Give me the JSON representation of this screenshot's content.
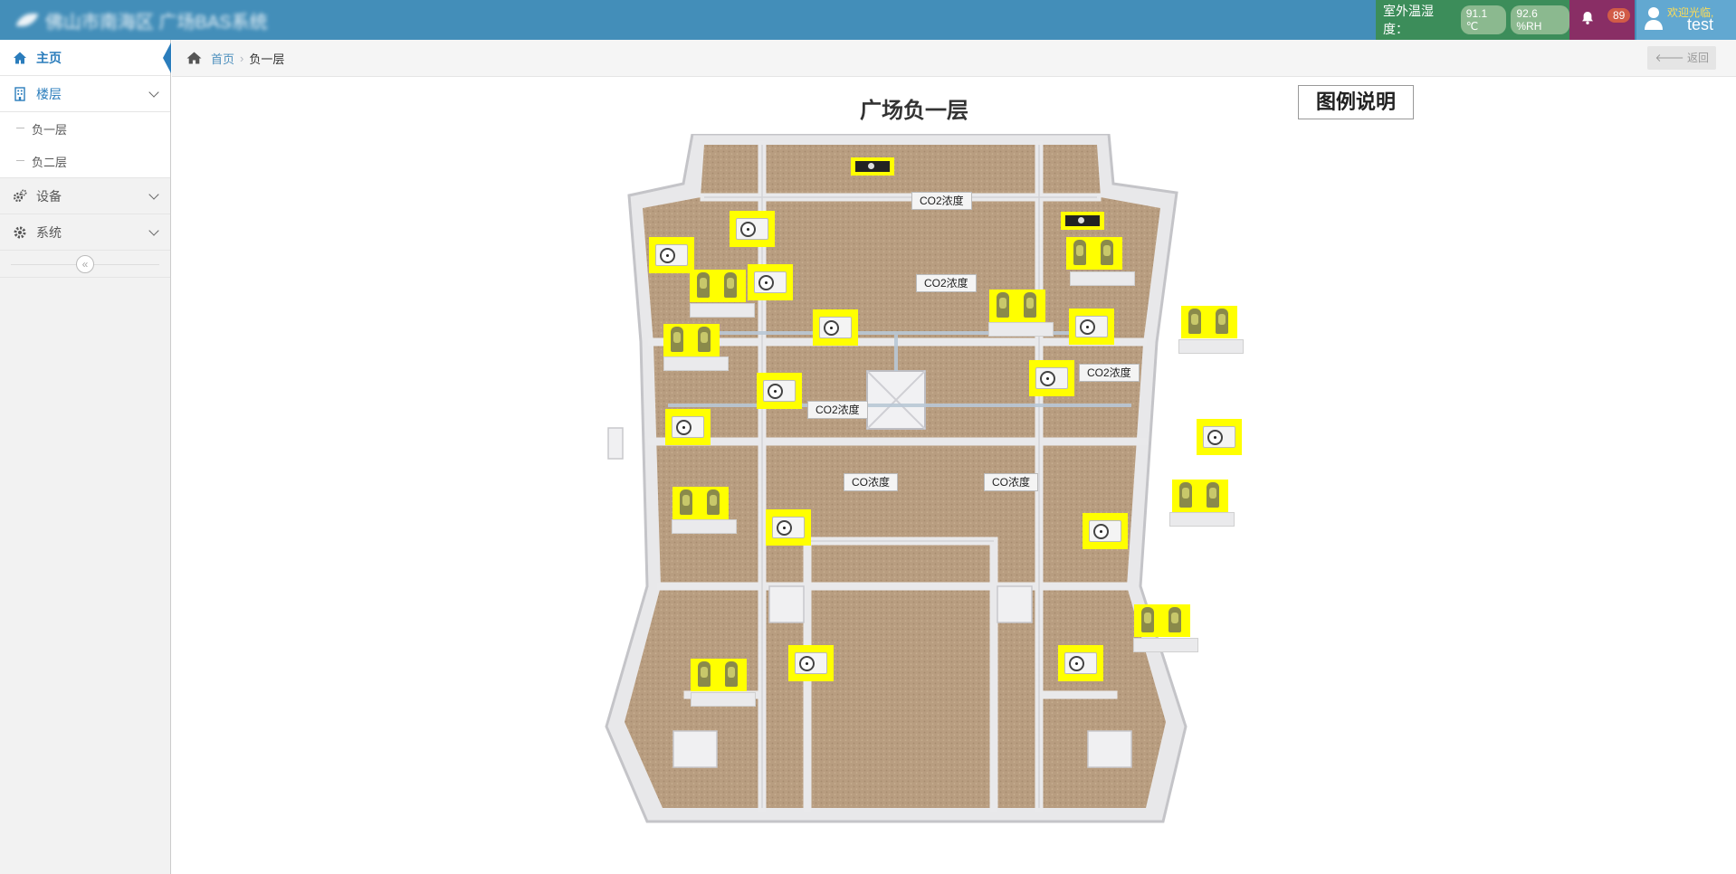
{
  "app": {
    "title": "佛山市南海区 广场BAS系统"
  },
  "header": {
    "weather_label": "室外温湿度：",
    "temperature": "91.1 ℃",
    "humidity": "92.6 %RH",
    "notification_count": "89",
    "welcome": "欢迎光临,",
    "username": "test"
  },
  "sidebar": {
    "items": [
      {
        "label": "主页"
      },
      {
        "label": "楼层",
        "children": [
          "负一层",
          "负二层"
        ]
      },
      {
        "label": "设备"
      },
      {
        "label": "系统"
      }
    ],
    "collapse_icon": "«"
  },
  "breadcrumb": {
    "home": "首页",
    "current": "负一层",
    "back": "返回"
  },
  "content": {
    "title_prefix": "",
    "title": "广场负一层",
    "legend_button": "图例说明",
    "sensors": [
      "CO2浓度",
      "CO2浓度",
      "CO2浓度",
      "CO2浓度",
      "CO浓度",
      "CO浓度"
    ]
  },
  "colors": {
    "topbar": "#438eb9",
    "weather_bg": "#3c8d5a",
    "notice_bg": "#892e65",
    "user_bg": "#62a8d1",
    "device_highlight": "#ffff00",
    "floor": "#b59a7d",
    "wall": "#e9e9eb"
  },
  "icons": [
    "home-icon",
    "building-icon",
    "cogs-icon",
    "gear-icon",
    "bell-icon",
    "user-icon",
    "fan-icon",
    "pump-icon",
    "camera-icon"
  ]
}
